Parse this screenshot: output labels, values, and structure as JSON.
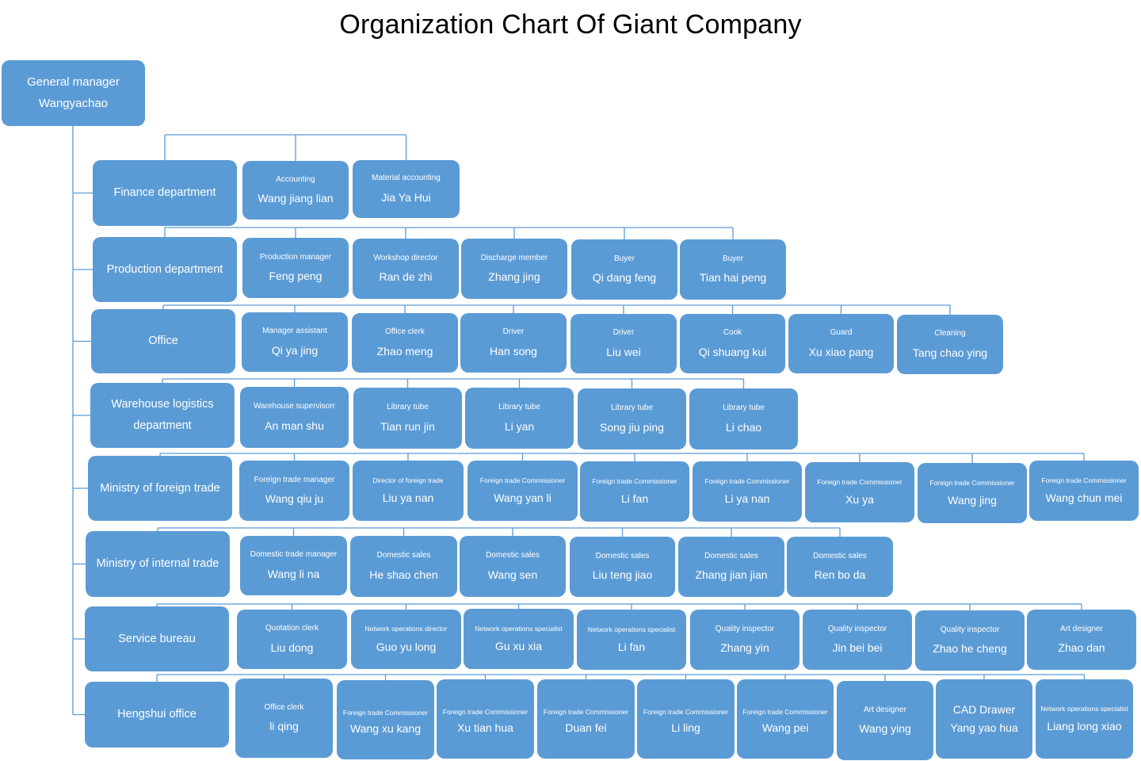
{
  "title": "Organization Chart Of Giant Company",
  "colors": {
    "box": "#5b9bd5",
    "line": "#5b9bd5",
    "text": "#ffffff"
  },
  "root": {
    "role": "General manager",
    "name": "Wangyachao"
  },
  "departments": [
    {
      "name": "Finance department",
      "members": [
        {
          "role": "Accounting",
          "name": "Wang jiang lian"
        },
        {
          "role": "Material     accounting",
          "name": "Jia Ya Hui"
        }
      ]
    },
    {
      "name": "Production department",
      "members": [
        {
          "role": "Production manager",
          "name": "Feng peng"
        },
        {
          "role": "Workshop director",
          "name": "Ran de zhi"
        },
        {
          "role": "Discharge member",
          "name": "Zhang jing"
        },
        {
          "role": "Buyer",
          "name": "Qi dang feng"
        },
        {
          "role": "Buyer",
          "name": "Tian hai peng"
        }
      ]
    },
    {
      "name": "Office",
      "members": [
        {
          "role": "Manager assistant",
          "name": "Qi ya jing"
        },
        {
          "role": "Office clerk",
          "name": "Zhao meng"
        },
        {
          "role": "Driver",
          "name": "Han song"
        },
        {
          "role": "Driver",
          "name": "Liu wei"
        },
        {
          "role": "Cook",
          "name": "Qi shuang kui"
        },
        {
          "role": "Guard",
          "name": "Xu xiao pang"
        },
        {
          "role": "Cleaning",
          "name": "Tang chao ying"
        }
      ]
    },
    {
      "name": "Warehouse logistics department",
      "members": [
        {
          "role": "Warehouse supervisorr",
          "name": "An man shu"
        },
        {
          "role": "Library tube",
          "name": "Tian run jin"
        },
        {
          "role": "Library tube",
          "name": "Li yan"
        },
        {
          "role": "Library tube",
          "name": "Song jiu ping"
        },
        {
          "role": "Library tube",
          "name": "Li chao"
        }
      ]
    },
    {
      "name": "Ministry of foreign trade",
      "members": [
        {
          "role": "Foreign trade manager",
          "name": "Wang qiu ju"
        },
        {
          "role": "Director of foreign trade",
          "name": "Liu ya nan"
        },
        {
          "role": "Foreign trade Commissioner",
          "name": "Wang yan li"
        },
        {
          "role": "Foreign trade Commissioner",
          "name": "Li fan"
        },
        {
          "role": "Foreign trade Commissioner",
          "name": "Li ya nan"
        },
        {
          "role": "Foreign trade Commissioner",
          "name": "Xu ya"
        },
        {
          "role": "Foreign trade Commissioner",
          "name": "Wang jing"
        },
        {
          "role": "Foreign trade Commissioner",
          "name": "Wang chun mei"
        }
      ]
    },
    {
      "name": "Ministry of internal trade",
      "members": [
        {
          "role": "Domestic trade manager",
          "name": "Wang li na"
        },
        {
          "role": "Domestic sales",
          "name": "He shao chen"
        },
        {
          "role": "Domestic sales",
          "name": "Wang sen"
        },
        {
          "role": "Domestic sales",
          "name": "Liu teng jiao"
        },
        {
          "role": "Domestic sales",
          "name": "Zhang jian jian"
        },
        {
          "role": "Domestic sales",
          "name": "Ren bo da"
        }
      ]
    },
    {
      "name": "Service bureau",
      "members": [
        {
          "role": "Quotation clerk",
          "name": "Liu dong"
        },
        {
          "role": "Network operations director",
          "name": "Guo yu long"
        },
        {
          "role": "Network operations specialist",
          "name": "Gu xu xia"
        },
        {
          "role": "Network operations specialist",
          "name": "Li fan"
        },
        {
          "role": "Quality inspector",
          "name": "Zhang yin"
        },
        {
          "role": "Quality inspector",
          "name": "Jin bei bei"
        },
        {
          "role": "Quality inspector",
          "name": "Zhao he cheng"
        },
        {
          "role": "Art designer",
          "name": "Zhao dan"
        }
      ]
    },
    {
      "name": "Hengshui office",
      "members": [
        {
          "role": "Office clerk",
          "name": "li qing"
        },
        {
          "role": "Foreign trade Commissioner",
          "name": "Wang xu kang"
        },
        {
          "role": "Foreign trade Commissioner",
          "name": "Xu tian hua"
        },
        {
          "role": "Foreign trade Commissioner",
          "name": "Duan fei"
        },
        {
          "role": "Foreign trade Commissioner",
          "name": "Li ling"
        },
        {
          "role": "Foreign trade Commissioner",
          "name": "Wang pei"
        },
        {
          "role": "Art designer",
          "name": "Wang ying"
        },
        {
          "role": "CAD Drawer",
          "name": "Yang yao hua"
        },
        {
          "role": "Network operations specialist",
          "name": "Liang long xiao"
        }
      ]
    }
  ]
}
